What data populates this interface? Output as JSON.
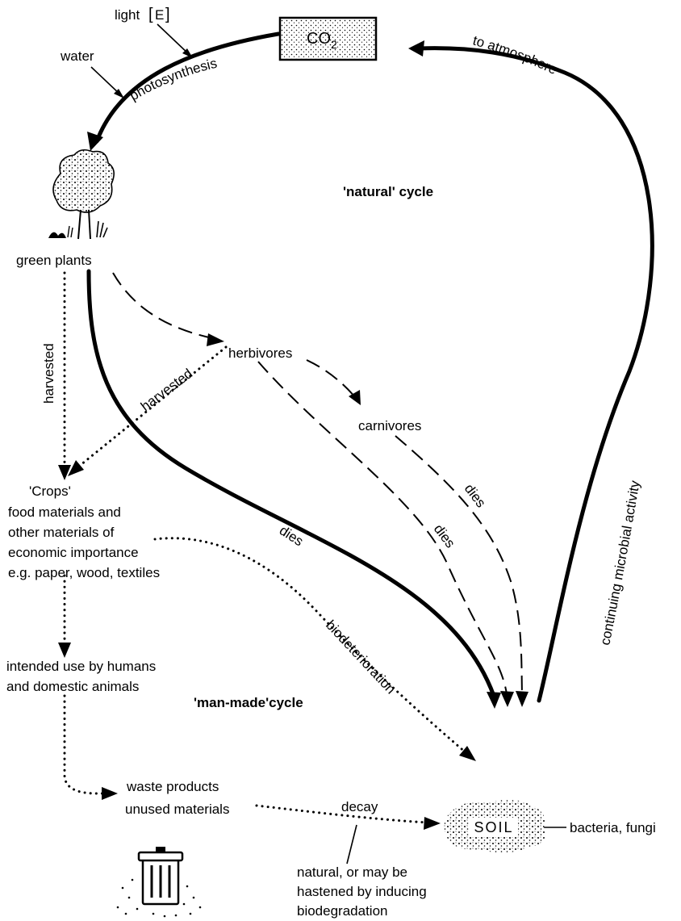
{
  "co2": {
    "main": "CO",
    "sub": "2"
  },
  "soil": "SOIL",
  "inputs": {
    "light": "light",
    "energy": "E",
    "water": "water"
  },
  "flows": {
    "photosynthesis": "photosynthesis",
    "to_atmosphere": "to atmosphere",
    "continuing_microbial": "continuing microbial activity",
    "harvested_vertical": "harvested",
    "harvested_diagonal": "harvested",
    "dies_plants": "dies",
    "dies_herbivores": "dies",
    "dies_carnivores": "dies",
    "biodeterioration": "biodeterioration",
    "decay": "decay"
  },
  "cycles": {
    "natural": "'natural' cycle",
    "man_made": "'man-made'cycle"
  },
  "nodes": {
    "green_plants": "green plants",
    "herbivores": "herbivores",
    "carnivores": "carnivores",
    "crops": [
      "'Crops'",
      "food materials and",
      "other materials of",
      "economic importance",
      "e.g. paper, wood, textiles"
    ],
    "intended_use": [
      "intended use by humans",
      "and domestic animals"
    ],
    "waste": [
      "waste products",
      "unused materials"
    ],
    "decomposers": "bacteria, fungi",
    "decay_note": [
      "natural, or may be",
      "hastened by inducing",
      "biodegradation"
    ]
  }
}
